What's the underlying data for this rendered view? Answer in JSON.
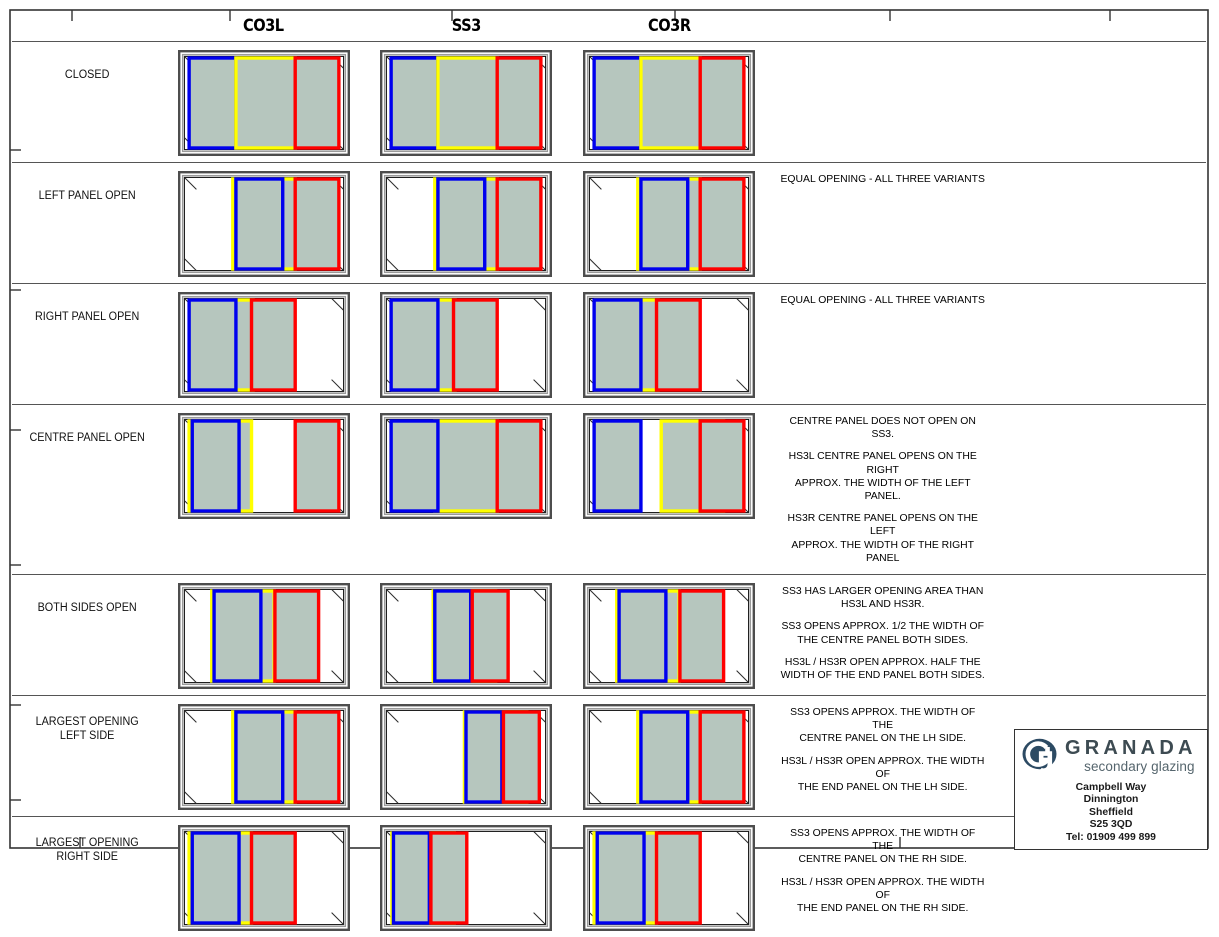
{
  "sheet": {
    "columns": [
      {
        "id": "co3l",
        "label": "CO3L"
      },
      {
        "id": "ss3",
        "label": "SS3"
      },
      {
        "id": "co3r",
        "label": "CO3R"
      }
    ],
    "colors": {
      "glass": "#b6c6be",
      "panel_left": "#0000ee",
      "panel_centre": "#ffff00",
      "panel_right": "#ff0000",
      "frame_outer": "#4d4d4d",
      "frame_inner": "#111111",
      "rule": "#555555",
      "logo_navy": "#2c4a63",
      "logo_text": "#3d4b52",
      "logo_tagline": "#55656d"
    }
  },
  "rows": [
    {
      "id": "closed",
      "label": "CLOSED",
      "note": "",
      "diagrams": {
        "co3l": [
          {
            "color": "panel_left",
            "x": 0.02,
            "w": 0.3
          },
          {
            "color": "panel_centre",
            "x": 0.32,
            "w": 0.38
          },
          {
            "color": "panel_right",
            "x": 0.7,
            "w": 0.28
          }
        ],
        "ss3": [
          {
            "color": "panel_left",
            "x": 0.02,
            "w": 0.3
          },
          {
            "color": "panel_centre",
            "x": 0.32,
            "w": 0.38
          },
          {
            "color": "panel_right",
            "x": 0.7,
            "w": 0.28
          }
        ],
        "co3r": [
          {
            "color": "panel_left",
            "x": 0.02,
            "w": 0.3
          },
          {
            "color": "panel_centre",
            "x": 0.32,
            "w": 0.38
          },
          {
            "color": "panel_right",
            "x": 0.7,
            "w": 0.28
          }
        ]
      }
    },
    {
      "id": "left-panel-open",
      "label": "LEFT PANEL OPEN",
      "note": "EQUAL OPENING - ALL THREE VARIANTS",
      "diagrams": {
        "co3l": [
          {
            "color": "panel_centre",
            "x": 0.3,
            "w": 0.4
          },
          {
            "color": "panel_left",
            "x": 0.32,
            "w": 0.3
          },
          {
            "color": "panel_right",
            "x": 0.7,
            "w": 0.28
          }
        ],
        "ss3": [
          {
            "color": "panel_centre",
            "x": 0.3,
            "w": 0.4
          },
          {
            "color": "panel_left",
            "x": 0.32,
            "w": 0.3
          },
          {
            "color": "panel_right",
            "x": 0.7,
            "w": 0.28
          }
        ],
        "co3r": [
          {
            "color": "panel_centre",
            "x": 0.3,
            "w": 0.4
          },
          {
            "color": "panel_left",
            "x": 0.32,
            "w": 0.3
          },
          {
            "color": "panel_right",
            "x": 0.7,
            "w": 0.28
          }
        ]
      }
    },
    {
      "id": "right-panel-open",
      "label": "RIGHT PANEL OPEN",
      "note": "EQUAL OPENING - ALL THREE VARIANTS",
      "diagrams": {
        "co3l": [
          {
            "color": "panel_centre",
            "x": 0.03,
            "w": 0.4
          },
          {
            "color": "panel_left",
            "x": 0.02,
            "w": 0.3
          },
          {
            "color": "panel_right",
            "x": 0.42,
            "w": 0.28
          }
        ],
        "ss3": [
          {
            "color": "panel_centre",
            "x": 0.03,
            "w": 0.4
          },
          {
            "color": "panel_left",
            "x": 0.02,
            "w": 0.3
          },
          {
            "color": "panel_right",
            "x": 0.42,
            "w": 0.28
          }
        ],
        "co3r": [
          {
            "color": "panel_centre",
            "x": 0.03,
            "w": 0.4
          },
          {
            "color": "panel_left",
            "x": 0.02,
            "w": 0.3
          },
          {
            "color": "panel_right",
            "x": 0.42,
            "w": 0.28
          }
        ]
      }
    },
    {
      "id": "centre-panel-open",
      "label": "CENTRE PANEL OPEN",
      "note": "CENTRE PANEL DOES NOT OPEN ON SS3.\n\nHS3L CENTRE PANEL OPENS ON THE RIGHT\nAPPROX. THE WIDTH OF THE LEFT PANEL.\n\nHS3R CENTRE PANEL OPENS ON THE LEFT\nAPPROX. THE WIDTH OF THE RIGHT PANEL",
      "diagrams": {
        "co3l": [
          {
            "color": "panel_centre",
            "x": 0.02,
            "w": 0.4
          },
          {
            "color": "panel_left",
            "x": 0.04,
            "w": 0.3
          },
          {
            "color": "panel_right",
            "x": 0.7,
            "w": 0.28
          }
        ],
        "ss3": [
          {
            "color": "panel_centre",
            "x": 0.3,
            "w": 0.4
          },
          {
            "color": "panel_left",
            "x": 0.02,
            "w": 0.3
          },
          {
            "color": "panel_right",
            "x": 0.7,
            "w": 0.28
          }
        ],
        "co3r": [
          {
            "color": "panel_centre",
            "x": 0.45,
            "w": 0.4
          },
          {
            "color": "panel_left",
            "x": 0.02,
            "w": 0.3
          },
          {
            "color": "panel_right",
            "x": 0.7,
            "w": 0.28
          }
        ]
      }
    },
    {
      "id": "both-sides-open",
      "label": "BOTH SIDES OPEN",
      "note": "SS3 HAS LARGER OPENING AREA THAN\nHS3L AND HS3R.\n\nSS3 OPENS APPROX. 1/2 THE WIDTH OF\nTHE CENTRE PANEL BOTH SIDES.\n\nHS3L / HS3R OPEN APPROX. HALF THE\nWIDTH OF THE END PANEL BOTH SIDES.",
      "diagrams": {
        "co3l": [
          {
            "color": "panel_centre",
            "x": 0.165,
            "w": 0.4
          },
          {
            "color": "panel_left",
            "x": 0.18,
            "w": 0.3
          },
          {
            "color": "panel_right",
            "x": 0.57,
            "w": 0.28
          }
        ],
        "ss3": [
          {
            "color": "panel_centre",
            "x": 0.29,
            "w": 0.4
          },
          {
            "color": "panel_left",
            "x": 0.3,
            "w": 0.23
          },
          {
            "color": "panel_right",
            "x": 0.54,
            "w": 0.23
          }
        ],
        "co3r": [
          {
            "color": "panel_centre",
            "x": 0.165,
            "w": 0.4
          },
          {
            "color": "panel_left",
            "x": 0.18,
            "w": 0.3
          },
          {
            "color": "panel_right",
            "x": 0.57,
            "w": 0.28
          }
        ]
      }
    },
    {
      "id": "largest-opening-left-side",
      "label": "LARGEST OPENING\nLEFT SIDE",
      "note": "SS3 OPENS APPROX. THE WIDTH OF THE\nCENTRE PANEL ON THE LH SIDE.\n\nHS3L / HS3R OPEN APPROX. THE WIDTH OF\nTHE END PANEL ON THE LH SIDE.",
      "diagrams": {
        "co3l": [
          {
            "color": "panel_centre",
            "x": 0.3,
            "w": 0.4
          },
          {
            "color": "panel_left",
            "x": 0.32,
            "w": 0.3
          },
          {
            "color": "panel_right",
            "x": 0.7,
            "w": 0.28
          }
        ],
        "ss3": [
          {
            "color": "panel_centre",
            "x": 0.49,
            "w": 0.4
          },
          {
            "color": "panel_left",
            "x": 0.5,
            "w": 0.23
          },
          {
            "color": "panel_right",
            "x": 0.74,
            "w": 0.23
          }
        ],
        "co3r": [
          {
            "color": "panel_centre",
            "x": 0.3,
            "w": 0.4
          },
          {
            "color": "panel_left",
            "x": 0.32,
            "w": 0.3
          },
          {
            "color": "panel_right",
            "x": 0.7,
            "w": 0.28
          }
        ]
      }
    },
    {
      "id": "largest-opening-right-side",
      "label": "LARGEST OPENING\nRIGHT SIDE",
      "note": "SS3 OPENS APPROX. THE WIDTH OF THE\nCENTRE PANEL ON THE RH SIDE.\n\nHS3L / HS3R OPEN APPROX. THE WIDTH OF\nTHE END PANEL ON THE RH SIDE.",
      "diagrams": {
        "co3l": [
          {
            "color": "panel_centre",
            "x": 0.02,
            "w": 0.4
          },
          {
            "color": "panel_left",
            "x": 0.04,
            "w": 0.3
          },
          {
            "color": "panel_right",
            "x": 0.42,
            "w": 0.28
          }
        ],
        "ss3": [
          {
            "color": "panel_centre",
            "x": 0.025,
            "w": 0.4
          },
          {
            "color": "panel_left",
            "x": 0.035,
            "w": 0.23
          },
          {
            "color": "panel_right",
            "x": 0.275,
            "w": 0.23
          }
        ],
        "co3r": [
          {
            "color": "panel_centre",
            "x": 0.02,
            "w": 0.4
          },
          {
            "color": "panel_left",
            "x": 0.04,
            "w": 0.3
          },
          {
            "color": "panel_right",
            "x": 0.42,
            "w": 0.28
          }
        ]
      }
    }
  ],
  "logo": {
    "brand": "GRANADA",
    "tagline": "secondary glazing",
    "glyph_letter": "G",
    "address": [
      "Campbell Way",
      "Dinnington",
      "Sheffield",
      "S25 3QD",
      "Tel: 01909 499 899"
    ]
  },
  "ruler": {
    "top_ticks": [
      72,
      230,
      452,
      675,
      890,
      1110
    ],
    "bottom_ticks": [
      80,
      232,
      455,
      678,
      900,
      1112
    ],
    "left_ticks": [
      150,
      290,
      430,
      565,
      705,
      800
    ]
  }
}
